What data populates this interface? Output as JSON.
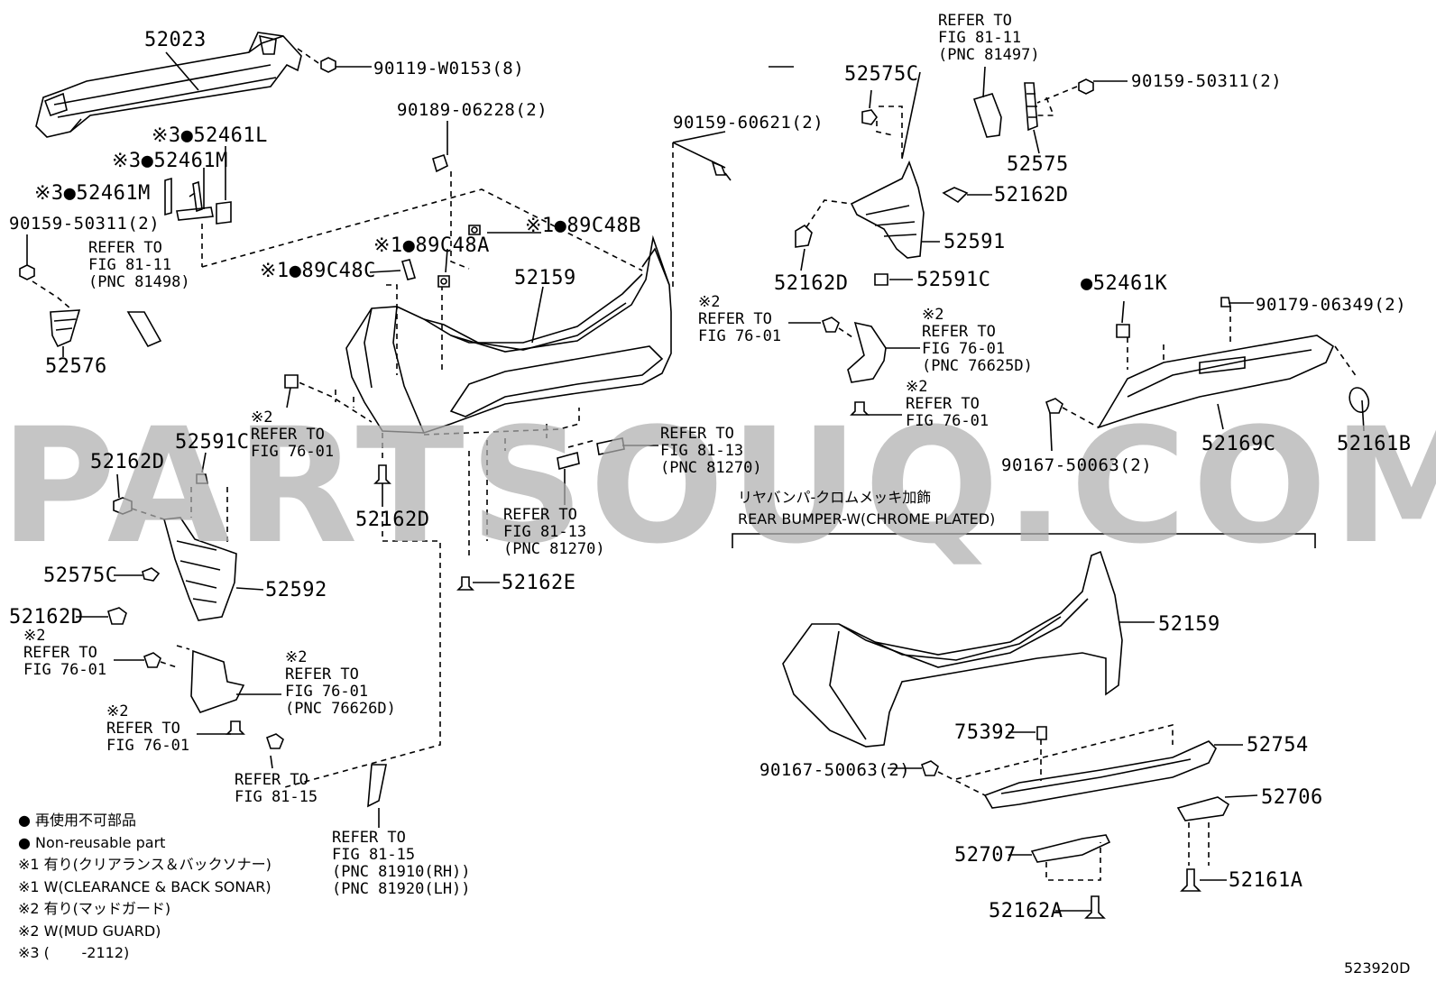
{
  "watermark": "PARTSOUQ.COM",
  "diagram_id": "523920D",
  "section": {
    "jp": "リヤバンパ-クロムメッキ加飾",
    "en": "REAR BUMPER-W(CHROME PLATED)"
  },
  "legend": [
    "● 再使用不可部品",
    "● Non-reusable part",
    "※1  有り(クリアランス＆バックソナー)",
    "※1  W(CLEARANCE & BACK SONAR)",
    "※2  有り(マッドガード)",
    "※2  W(MUD GUARD)",
    "※3 (       -2112)"
  ],
  "labels": {
    "p52023": "52023",
    "p90119": "90119-W0153(8)",
    "p52461L": "※3●52461L",
    "p52461M_a": "※3●52461M",
    "p52461M_b": "※3●52461M",
    "p90159_50311_l": "90159-50311(2)",
    "ref_81498": "REFER TO\nFIG 81-11\n(PNC 81498)",
    "p52576": "52576",
    "p90189": "90189-06228(2)",
    "p89C48B": "※1●89C48B",
    "p89C48A": "※1●89C48A",
    "p89C48C": "※1●89C48C",
    "p52159_top": "52159",
    "p90159_60621": "90159-60621(2)",
    "ref_7601_a": "※2\nREFER TO\nFIG 76-01",
    "p52162D_a": "52162D",
    "p52591C_a": "52591C",
    "p52162D_b": "52162D",
    "ref_8113_a": "REFER TO\nFIG 81-13\n(PNC 81270)",
    "ref_8113_b": "REFER TO\nFIG 81-13\n(PNC 81270)",
    "p52162E": "52162E",
    "p52575C_a": "52575C",
    "p52592": "52592",
    "p52162D_c": "52162D",
    "ref_7601_b": "※2\nREFER TO\nFIG 76-01",
    "ref_76626D": "※2\nREFER TO\nFIG 76-01\n(PNC 76626D)",
    "ref_7601_c": "※2\nREFER TO\nFIG 76-01",
    "ref_8115_a": "REFER TO\nFIG 81-15",
    "ref_8115_b": "REFER TO\nFIG 81-15\n(PNC 81910(RH))\n(PNC 81920(LH))",
    "ref_81497": "REFER TO\nFIG 81-11\n(PNC 81497)",
    "p90159_50311_r": "90159-50311(2)",
    "p52575C_b": "52575C",
    "p52575": "52575",
    "p52162D_d": "52162D",
    "p52591": "52591",
    "p52162D_e": "52162D",
    "p52591C_b": "52591C",
    "ref_7601_d": "※2\nREFER TO\nFIG 76-01",
    "ref_76625D": "※2\nREFER TO\nFIG 76-01\n(PNC 76625D)",
    "ref_7601_e": "※2\nREFER TO\nFIG 76-01",
    "p52461K": "●52461K",
    "p90179": "90179-06349(2)",
    "p90167_a": "90167-50063(2)",
    "p52169C": "52169C",
    "p52161B": "52161B",
    "p52159_bot": "52159",
    "p75392": "75392",
    "p52754": "52754",
    "p90167_b": "90167-50063(2)",
    "p52706": "52706",
    "p52707": "52707",
    "p52161A": "52161A",
    "p52162A": "52162A"
  }
}
